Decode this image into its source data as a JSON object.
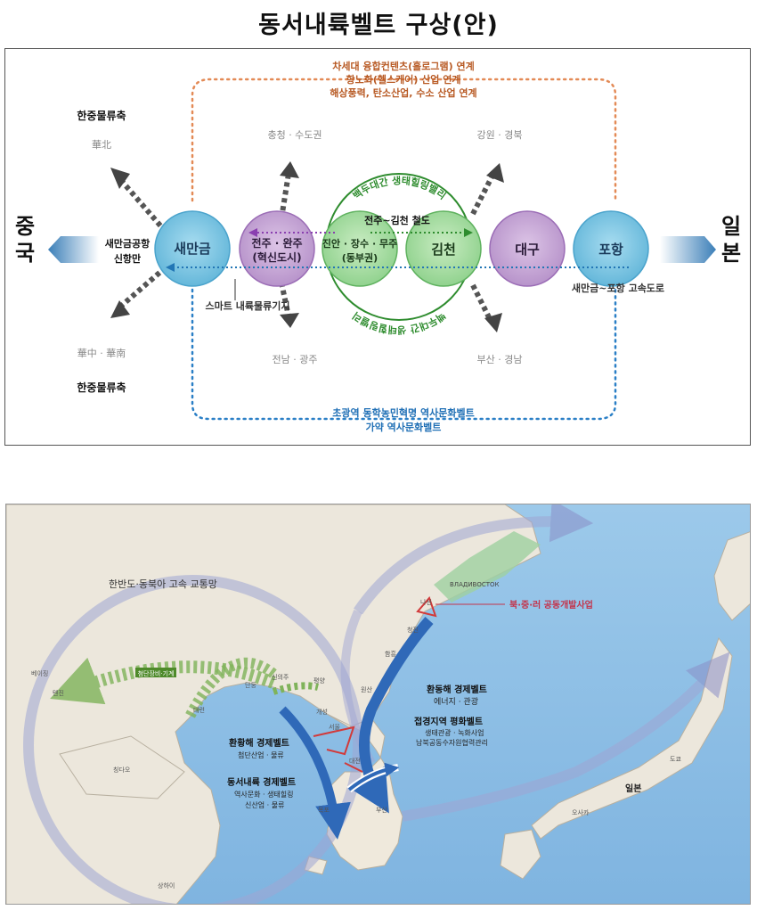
{
  "title": "동서내륙벨트 구상(안)",
  "diagram": {
    "top_notes": [
      "차세대 융합컨텐츠(홀로그램) 연계",
      "항노화(헬스케어) 산업 연계",
      "해상풍력, 탄소산업, 수소 산업 연계"
    ],
    "bottom_notes": [
      "초광역 동학농민혁명 역사문화벨트",
      "가약 역사문화벨트"
    ],
    "left_country": "중국",
    "right_country": "일본",
    "nodes": {
      "saemangeum": "새만금",
      "jeonju": "전주 · 완주",
      "jeonju_sub": "(혁신도시)",
      "jinan": "진안 · 장수 · 무주",
      "jinan_sub": "(동부권)",
      "gimcheon": "김천",
      "daegu": "대구",
      "pohang": "포항"
    },
    "rail_label": "전주~김천 철도",
    "arc_top": "백두대간 생태힐링밸리",
    "arc_bottom": "백두대간 생태힐링밸리",
    "airport_port": [
      "새만금공항",
      "신항만"
    ],
    "smart_logistics": "스마트 내륙물류기지",
    "highway": "새만금~포항 고속도로",
    "regions": {
      "logistics_top": "한중물류축",
      "north_china": "華北",
      "chungcheong": "충청 · 수도권",
      "gangwon": "강원 · 경북",
      "logistics_bottom": "한중물류축",
      "south_china": "華中 · 華南",
      "jeonnam": "전남 · 광주",
      "busan": "부산 · 경남"
    }
  },
  "map": {
    "network_title": "한반도·동북아 고속 교통망",
    "trilateral": "북·중·러 공동개발사업",
    "cheomdan": "첨단장비·기계",
    "east_sea": {
      "title": "환동해 경제벨트",
      "desc": "에너지 · 관광"
    },
    "border": {
      "title": "접경지역 평화벨트",
      "desc1": "생태관광 · 녹화사업",
      "desc2": "남북공동수자원협력관리"
    },
    "yellow_sea": {
      "title": "환황해 경제벨트",
      "desc": "첨단산업 · 물류"
    },
    "inland": {
      "title": "동서내륙 경제벨트",
      "desc1": "역사문화 · 생태힐링",
      "desc2": "신산업 · 물류"
    },
    "japan": "일본",
    "vladivostok": "ВЛАДИВОСТОК",
    "places": [
      "나선",
      "청진",
      "함흥",
      "원산",
      "평양",
      "단둥",
      "신의주",
      "개성",
      "서울",
      "대전",
      "목포",
      "부산",
      "대련",
      "톈진",
      "베이징",
      "칭다오",
      "상하이",
      "도쿄",
      "오사카"
    ]
  }
}
